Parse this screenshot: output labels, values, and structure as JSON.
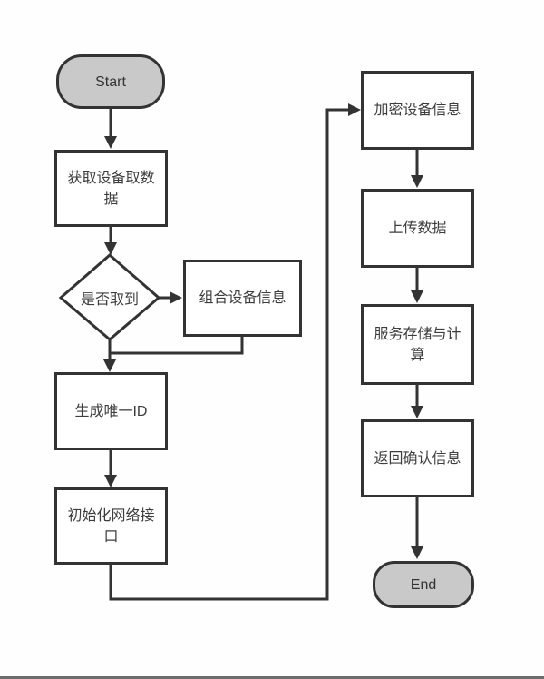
{
  "diagram": {
    "title": "device-data-upload-flowchart",
    "nodes": {
      "start": {
        "label": "Start",
        "type": "terminal"
      },
      "get_data": {
        "label": "获取设备取数据",
        "type": "process"
      },
      "check": {
        "label": "是否取到",
        "type": "decision"
      },
      "combine": {
        "label": "组合设备信息",
        "type": "process"
      },
      "gen_id": {
        "label": "生成唯一ID",
        "type": "process"
      },
      "init_net": {
        "label": "初始化网络接口",
        "type": "process"
      },
      "encrypt": {
        "label": "加密设备信息",
        "type": "process"
      },
      "upload": {
        "label": "上传数据",
        "type": "process"
      },
      "storage": {
        "label": "服务存储与计算",
        "type": "process"
      },
      "confirm": {
        "label": "返回确认信息",
        "type": "process"
      },
      "end": {
        "label": "End",
        "type": "terminal"
      }
    },
    "edges": [
      {
        "from": "start",
        "to": "get_data"
      },
      {
        "from": "get_data",
        "to": "check"
      },
      {
        "from": "check",
        "to": "combine"
      },
      {
        "from": "check",
        "to": "gen_id"
      },
      {
        "from": "combine",
        "to": "gen_id"
      },
      {
        "from": "gen_id",
        "to": "init_net"
      },
      {
        "from": "init_net",
        "to": "encrypt"
      },
      {
        "from": "encrypt",
        "to": "upload"
      },
      {
        "from": "upload",
        "to": "storage"
      },
      {
        "from": "storage",
        "to": "confirm"
      },
      {
        "from": "confirm",
        "to": "end"
      }
    ],
    "colors": {
      "terminal_fill": "#c9c9c9",
      "node_border": "#333333",
      "connector": "#333333",
      "text": "#3d3d3d",
      "background": "#fefefe",
      "bottom_bar": "#6e6e6e"
    }
  }
}
